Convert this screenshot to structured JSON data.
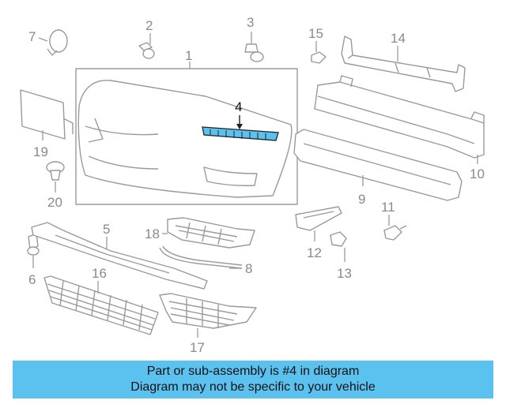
{
  "callouts": [
    "1",
    "2",
    "3",
    "4",
    "5",
    "6",
    "7",
    "8",
    "9",
    "10",
    "11",
    "12",
    "13",
    "14",
    "15",
    "16",
    "17",
    "18",
    "19",
    "20"
  ],
  "highlight_part": "4",
  "highlight_color": "#5bc2f0",
  "banner": {
    "line1": "Part or sub-assembly is #4 in diagram",
    "line2": "Diagram may not be specific to your vehicle",
    "color": "#5bc2f0"
  }
}
